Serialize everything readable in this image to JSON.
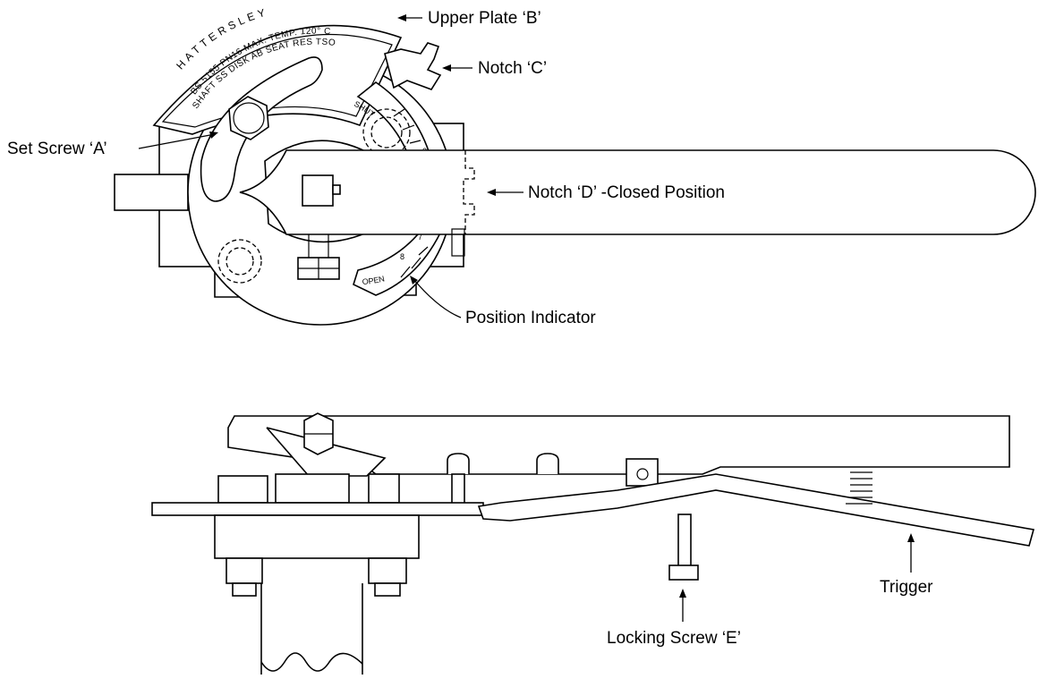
{
  "plate": {
    "brand": "HATTERSLEY",
    "line1": "BS 5155 PN16 MAX. TEMP. 120° C",
    "line2": "SHAFT SS DISK AB SEAT RES  TSO"
  },
  "scale": {
    "shut": "SHUT",
    "open": "OPEN",
    "mark_8": "8",
    "mark_7": "7",
    "mark_2": "2"
  },
  "callouts": {
    "upper_plate_b": "Upper Plate ‘B’",
    "notch_c": "Notch ‘C’",
    "set_screw_a": "Set Screw ‘A’",
    "notch_d": "Notch ‘D’ -Closed Position",
    "position_indicator": "Position Indicator",
    "trigger": "Trigger",
    "locking_screw_e": "Locking Screw ‘E’"
  }
}
